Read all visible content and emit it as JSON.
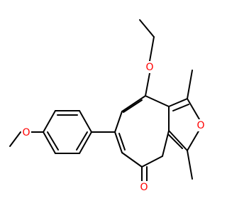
{
  "molecule": {
    "atoms": {
      "ethoxy_oxygen": "O",
      "methoxy_oxygen": "O",
      "furan_oxygen": "O",
      "ketone_oxygen": "O"
    },
    "colors": {
      "background": "#ffffff",
      "bond": "#000000",
      "heteroatom": "#ff0000"
    }
  }
}
